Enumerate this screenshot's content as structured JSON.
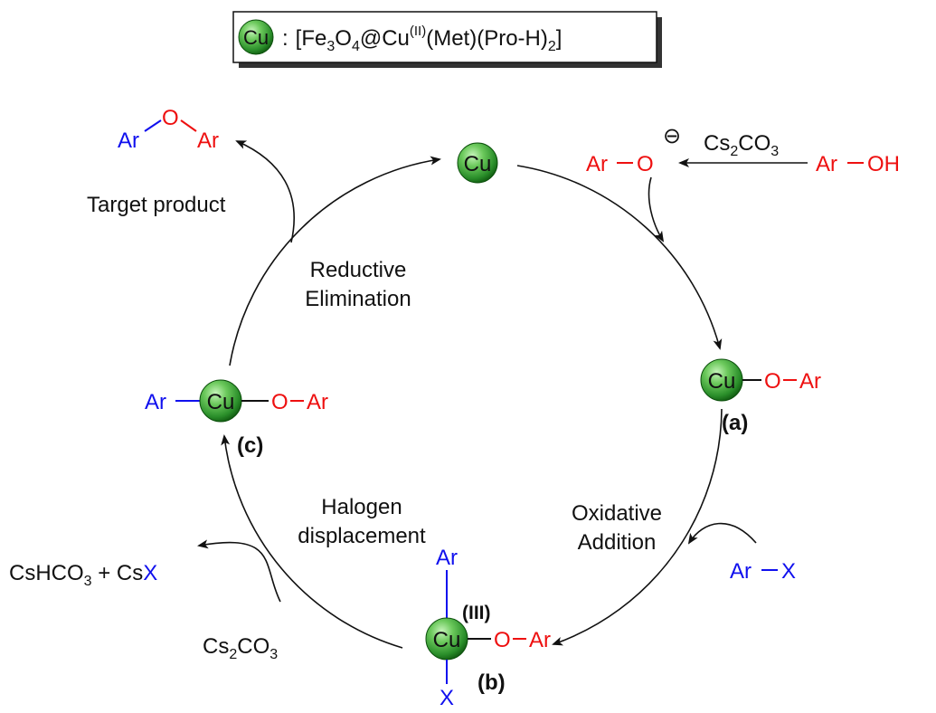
{
  "legend": {
    "cu_symbol": "Cu",
    "sep": ":",
    "formula_open": "[Fe",
    "sub3": "3",
    "o": "O",
    "sub4": "4",
    "at_cu": "@Cu",
    "sup_ox": "(II)",
    "ligands": "(Met)(Pro-H)",
    "sub2": "2",
    "close": "]"
  },
  "species": {
    "catalyst": {
      "cu": "Cu"
    },
    "product": {
      "ar1": "Ar",
      "o": "O",
      "ar2": "Ar",
      "caption": "Target product"
    },
    "phenoxide": {
      "ar": "Ar",
      "o": "O",
      "charge": "⊖"
    },
    "phenol": {
      "ar": "Ar",
      "oh": "OH"
    },
    "reagent_top": {
      "cs": "Cs",
      "sub2": "2",
      "co": "CO",
      "sub3": "3"
    },
    "int_a": {
      "cu": "Cu",
      "o": "O",
      "ar": "Ar",
      "tag": "(a)"
    },
    "aryl_halide": {
      "ar": "Ar",
      "x": "X"
    },
    "int_b": {
      "ar_top": "Ar",
      "ox": "(III)",
      "cu": "Cu",
      "o": "O",
      "ar": "Ar",
      "x": "X",
      "tag": "(b)"
    },
    "int_c": {
      "ar_left": "Ar",
      "cu": "Cu",
      "o": "O",
      "ar": "Ar",
      "tag": "(c)"
    },
    "reagent_bottom": {
      "cs": "Cs",
      "sub2": "2",
      "co": "CO",
      "sub3": "3"
    },
    "byproduct": {
      "cshco": "CsHCO",
      "sub3": "3",
      "plus": " + Cs",
      "x": "X"
    }
  },
  "steps": {
    "reductive_1": "Reductive",
    "reductive_2": "Elimination",
    "oxidative_1": "Oxidative",
    "oxidative_2": "Addition",
    "halogen_1": "Halogen",
    "halogen_2": "displacement"
  },
  "colors": {
    "aryl": "#1010ee",
    "oxygen": "#ee1010",
    "text": "#111111",
    "sphere_light": "#9be08c",
    "sphere_mid": "#2f9a2f",
    "sphere_dark": "#0b4f0b"
  }
}
